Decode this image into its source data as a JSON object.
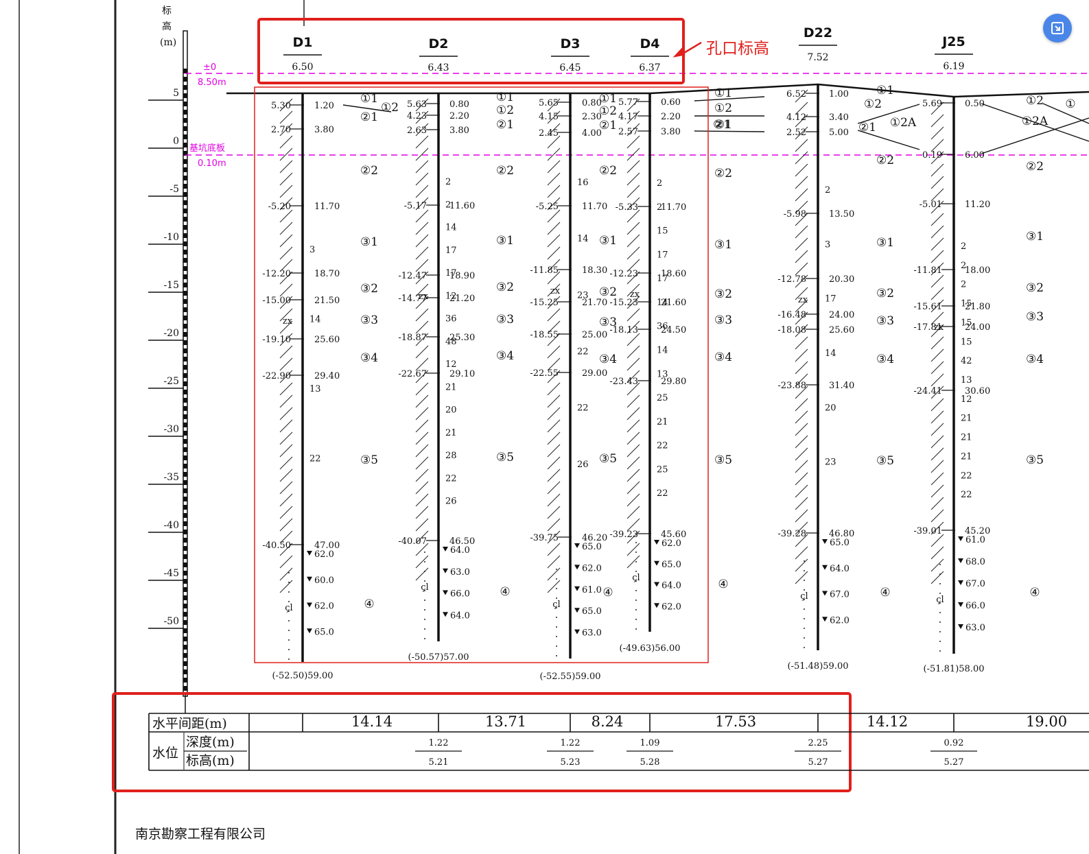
{
  "axis": {
    "title_chars": [
      "标",
      "高"
    ],
    "unit": "(m)",
    "ticks": [
      "5",
      "0",
      "-5",
      "-10",
      "-15",
      "-20",
      "-25",
      "-30",
      "-35",
      "-40",
      "-45",
      "-50"
    ]
  },
  "reference_lines": [
    {
      "top": "±0",
      "bottom": "8.50m"
    },
    {
      "top": "基坑底板",
      "bottom": "0.10m"
    }
  ],
  "annotation": {
    "text": "孔口标高"
  },
  "boreholes": [
    {
      "name": "D1",
      "collar": "6.50",
      "base": "(-52.50)59.00",
      "left_vals": [
        "5.30",
        "2.70",
        "-5.20",
        "-12.20",
        "-15.00",
        "-19.10",
        "-22.90",
        "-40.50"
      ],
      "right_vals": [
        "1.20",
        "3.80",
        "11.70",
        "18.70",
        "21.50",
        "25.60",
        "29.40",
        "47.00"
      ],
      "spt": [
        "3",
        "14",
        "13",
        "22"
      ],
      "nvals": [
        "62.0",
        "60.0",
        "62.0",
        "65.0"
      ]
    },
    {
      "name": "D2",
      "collar": "6.43",
      "base": "(-50.57)57.00",
      "left_vals": [
        "5.63",
        "4.23",
        "2.63",
        "-5.17",
        "-12.47",
        "-14.77",
        "-18.87",
        "-22.67",
        "-40.07"
      ],
      "right_vals": [
        "0.80",
        "2.20",
        "3.80",
        "11.60",
        "18.90",
        "21.20",
        "25.30",
        "29.10",
        "46.50"
      ],
      "spt": [
        "2",
        "2",
        "14",
        "17",
        "17",
        "12",
        "36",
        "48",
        "12",
        "21",
        "20",
        "21",
        "28",
        "22",
        "26"
      ],
      "nvals": [
        "64.0",
        "63.0",
        "66.0",
        "64.0"
      ]
    },
    {
      "name": "D3",
      "collar": "6.45",
      "base": "(-52.55)59.00",
      "left_vals": [
        "5.65",
        "4.15",
        "2.45",
        "-5.25",
        "-11.85",
        "-15.25",
        "-18.55",
        "-22.55",
        "-39.75"
      ],
      "right_vals": [
        "0.80",
        "2.30",
        "4.00",
        "11.70",
        "18.30",
        "21.70",
        "25.00",
        "29.00",
        "46.20"
      ],
      "spt": [
        "16",
        "14",
        "23",
        "22",
        "22",
        "26"
      ],
      "nvals": [
        "65.0",
        "62.0",
        "61.0",
        "65.0",
        "63.0"
      ]
    },
    {
      "name": "D4",
      "collar": "6.37",
      "base": "(-49.63)56.00",
      "left_vals": [
        "5.77",
        "4.17",
        "2.57",
        "-5.33",
        "-12.23",
        "-15.23",
        "-18.13",
        "-23.43",
        "-39.23"
      ],
      "right_vals": [
        "0.60",
        "2.20",
        "3.80",
        "11.70",
        "18.60",
        "21.60",
        "24.50",
        "29.80",
        "45.60"
      ],
      "spt": [
        "2",
        "2",
        "15",
        "17",
        "17",
        "14",
        "36",
        "14",
        "13",
        "25",
        "21",
        "22",
        "25",
        "22"
      ],
      "nvals": [
        "62.0",
        "65.0",
        "64.0",
        "62.0"
      ]
    },
    {
      "name": "D22",
      "collar": "7.52",
      "base": "(-51.48)59.00",
      "left_vals": [
        "6.52",
        "4.12",
        "2.52",
        "-5.98",
        "-12.78",
        "-16.48",
        "-18.08",
        "-23.88",
        "-39.28"
      ],
      "right_vals": [
        "1.00",
        "3.40",
        "5.00",
        "13.50",
        "20.30",
        "24.00",
        "25.60",
        "31.40",
        "46.80"
      ],
      "spt": [
        "2",
        "3",
        "17",
        "14",
        "20",
        "23"
      ],
      "nvals": [
        "65.0",
        "64.0",
        "67.0",
        "62.0"
      ]
    },
    {
      "name": "J25",
      "collar": "6.19",
      "base": "(-51.81)58.00",
      "left_vals": [
        "5.69",
        "0.19",
        "-5.01",
        "-11.81",
        "-15.61",
        "-17.81",
        "-24.41",
        "-39.01"
      ],
      "right_vals": [
        "0.50",
        "6.00",
        "11.20",
        "18.00",
        "21.80",
        "24.00",
        "30.60",
        "45.20"
      ],
      "spt": [
        "2",
        "2",
        "2",
        "15",
        "15",
        "15",
        "42",
        "13",
        "12",
        "21",
        "21",
        "21",
        "22",
        "22"
      ],
      "nvals": [
        "61.0",
        "68.0",
        "67.0",
        "66.0",
        "63.0"
      ]
    }
  ],
  "layers": {
    "c1": [
      "①1",
      "②1",
      "②2",
      "③1",
      "③2",
      "③3",
      "③4",
      "③5",
      "④"
    ],
    "c2": [
      "①1",
      "①2",
      "②1",
      "②2",
      "③1",
      "③2",
      "③3",
      "③4",
      "③5",
      "④"
    ],
    "c3": [
      "①1",
      "①2",
      "②1",
      "②2",
      "③1",
      "③2",
      "③3",
      "③4",
      "③5",
      "④"
    ],
    "c4": [
      "①1",
      "①2",
      "②1",
      "②2",
      "③1",
      "③2",
      "③3",
      "③4",
      "③5",
      "④"
    ],
    "c5": [
      "①1",
      "①2",
      "②1",
      "①2A",
      "②2",
      "③1",
      "③2",
      "③3",
      "③4",
      "③5",
      "④"
    ],
    "c6": [
      "①2",
      "①2A",
      "①",
      "②2",
      "③1",
      "③2",
      "③3",
      "③4",
      "③5",
      "④"
    ],
    "misc": [
      "①2",
      "②1"
    ]
  },
  "soil_codes": {
    "zx": "zx",
    "cl": "çl"
  },
  "table": {
    "spacing_label": "水平间距(m)",
    "spacings": [
      "14.14",
      "13.71",
      "8.24",
      "17.53",
      "14.12",
      "19.00"
    ],
    "water_label": "水位",
    "depth_label": "深度(m)",
    "elev_label": "标高(m)",
    "water": [
      {
        "depth": "1.22",
        "elev": "5.21"
      },
      {
        "depth": "1.22",
        "elev": "5.23"
      },
      {
        "depth": "1.09",
        "elev": "5.28"
      },
      {
        "depth": "2.25",
        "elev": "5.27"
      },
      {
        "depth": "0.92",
        "elev": "5.27"
      }
    ]
  },
  "company": "南京勘察工程有限公司",
  "colors": {
    "highlight": "#e0201c",
    "reference": "#e000e0",
    "button": "#4a86e8"
  },
  "icons": {
    "corner_button": "exit-fullscreen-icon"
  }
}
